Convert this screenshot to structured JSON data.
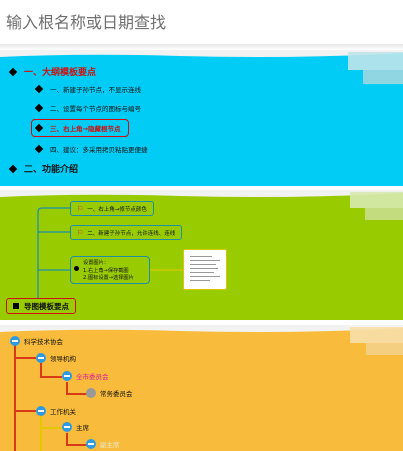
{
  "search": {
    "placeholder": "输入根名称或日期查找"
  },
  "card1": {
    "heading1": "一、大纲模板要点",
    "items": [
      "一、新建子孙节点，不显示连线",
      "二、设置每个节点的图标与编号",
      "三、右上角→隐藏根节点",
      "四、建议：多采用拷贝粘贴更便捷"
    ],
    "heading2": "二、功能介绍"
  },
  "card2": {
    "branches": [
      "一、右上角→修节点颜色",
      "二、新建子孙节点，允许连线、连线"
    ],
    "multi": {
      "title": "设置图片：",
      "line1": "1.右上角→保存截图",
      "line2": "2.图标设置→选择图片"
    },
    "root": "导图模板要点"
  },
  "card3": {
    "root": "科学技术协会",
    "n1": "领导机构",
    "n2": "全市委员会",
    "n3": "常务委员会",
    "n4": "工作机关",
    "n5": "主席",
    "n6": "副主席"
  },
  "colors": {
    "card1": "#00ccf5",
    "card2": "#99cc00",
    "card3": "#f8bb3c",
    "accent_red": "#d01010"
  }
}
